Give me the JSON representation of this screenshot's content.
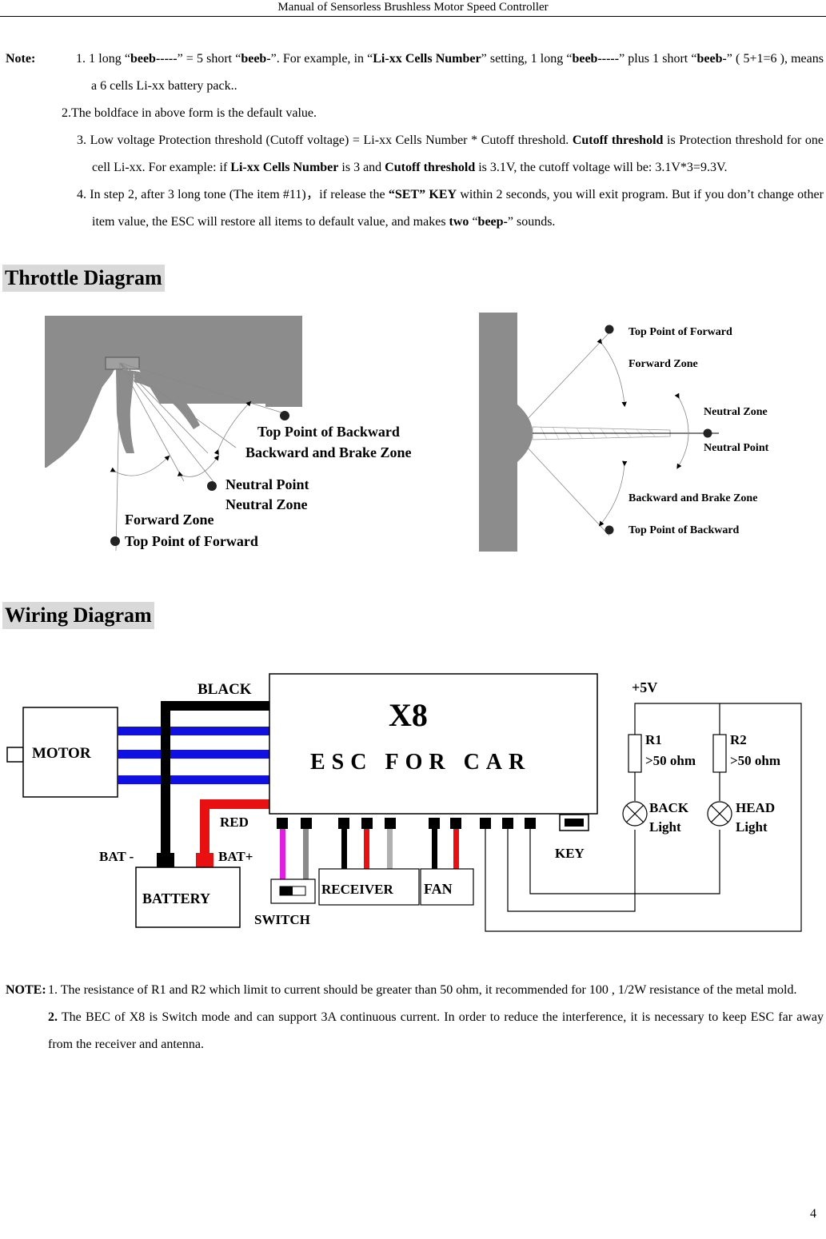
{
  "header": {
    "title": "Manual of Sensorless Brushless Motor Speed Controller"
  },
  "notes": {
    "label": "Note:",
    "n1_a": "1. 1 long “",
    "n1_b": "beeb-----",
    "n1_c": "” = 5 short “",
    "n1_d": "beeb-",
    "n1_e": "”. For example, in “",
    "n1_f": "Li-xx Cells Number",
    "n1_g": "” setting, 1 long “",
    "n1_h": "beeb-----",
    "n1_i": "” plus 1 short “",
    "n1_j": "beeb-",
    "n1_k": "” ( 5+1=6 ), means a 6 cells Li-xx battery pack..",
    "n2": "2.The boldface in above form is the default value.",
    "n3_a": "3. Low voltage Protection threshold (Cutoff voltage) = Li-xx Cells Number * Cutoff threshold. ",
    "n3_b": "Cutoff threshold",
    "n3_c": " is Protection threshold for one cell Li-xx. For example: if ",
    "n3_d": "Li-xx Cells Number",
    "n3_e": " is 3 and ",
    "n3_f": "Cutoff threshold",
    "n3_g": " is 3.1V, the cutoff voltage will be: 3.1V*3=9.3V.",
    "n4_a": "4. In step 2, after 3 long tone (The item #11)，if release the ",
    "n4_b": "“SET” KEY",
    "n4_c": " within 2 seconds, you will exit program. But if you don’t change other item value, the ESC will restore all items to default value, and makes ",
    "n4_d": "two",
    "n4_e": " “",
    "n4_f": "beep-",
    "n4_g": "” sounds."
  },
  "throttle": {
    "title": "Throttle Diagram",
    "left": {
      "top_backward": "Top Point of  Backward",
      "backward_zone": "Backward and Brake Zone",
      "neutral_point": "Neutral Point",
      "neutral_zone": "Neutral  Zone",
      "forward_zone": "Forward  Zone",
      "top_forward": "Top Point of  Forward"
    },
    "right": {
      "top_forward": "Top Point of  Forward",
      "forward_zone": "Forward  Zone",
      "neutral_zone": "Neutral  Zone",
      "neutral_point": "Neutral Point",
      "backward_zone": "Backward and Brake Zone",
      "top_backward": "Top Point of  Backward"
    }
  },
  "wiring": {
    "title": "Wiring Diagram",
    "black": "BLACK",
    "motor": "MOTOR",
    "x8": "X8",
    "esc": "ESC FOR CAR",
    "red": "RED",
    "bat_minus": "BAT -",
    "bat_plus": "BAT+",
    "battery": "BATTERY",
    "switch": "SWITCH",
    "receiver": "RECEIVER",
    "fan": "FAN",
    "key": "KEY",
    "plus5v": "+5V",
    "r1": "R1",
    "r1_val": ">50 ohm",
    "r2": "R2",
    "r2_val": ">50 ohm",
    "back": "BACK",
    "back_light": "Light",
    "head": "HEAD",
    "head_light": "Light",
    "colors": {
      "black": "#000000",
      "blue": "#1010e0",
      "red": "#e81010",
      "magenta": "#e020e0",
      "gray": "#8a8a8a",
      "lightgray": "#b0b0b0"
    }
  },
  "note2": {
    "label": "NOTE:",
    "l1": "1. The resistance of R1 and R2 which limit to current should be greater than 50 ohm, it recommended for 100  , 1/2W resistance of the metal mold.",
    "l2_a": "2.",
    "l2_b": " The BEC of X8 is Switch mode and can support 3A continuous current. In order to reduce the interference, it is necessary to keep ESC far away from the receiver and antenna."
  },
  "page": {
    "number": "4"
  }
}
